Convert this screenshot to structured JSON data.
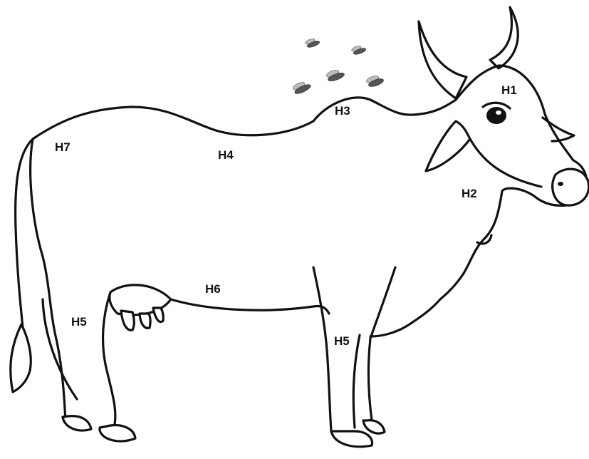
{
  "labels": {
    "h1": "H1",
    "h2": "H2",
    "h3": "H3",
    "h4": "H4",
    "h5_hind": "H5",
    "h5_fore": "H5",
    "h6": "H6",
    "h7": "H7"
  },
  "colors": {
    "outline": "#111111",
    "background": "#ffffff"
  },
  "icons": {
    "insects": "fly-icon"
  }
}
